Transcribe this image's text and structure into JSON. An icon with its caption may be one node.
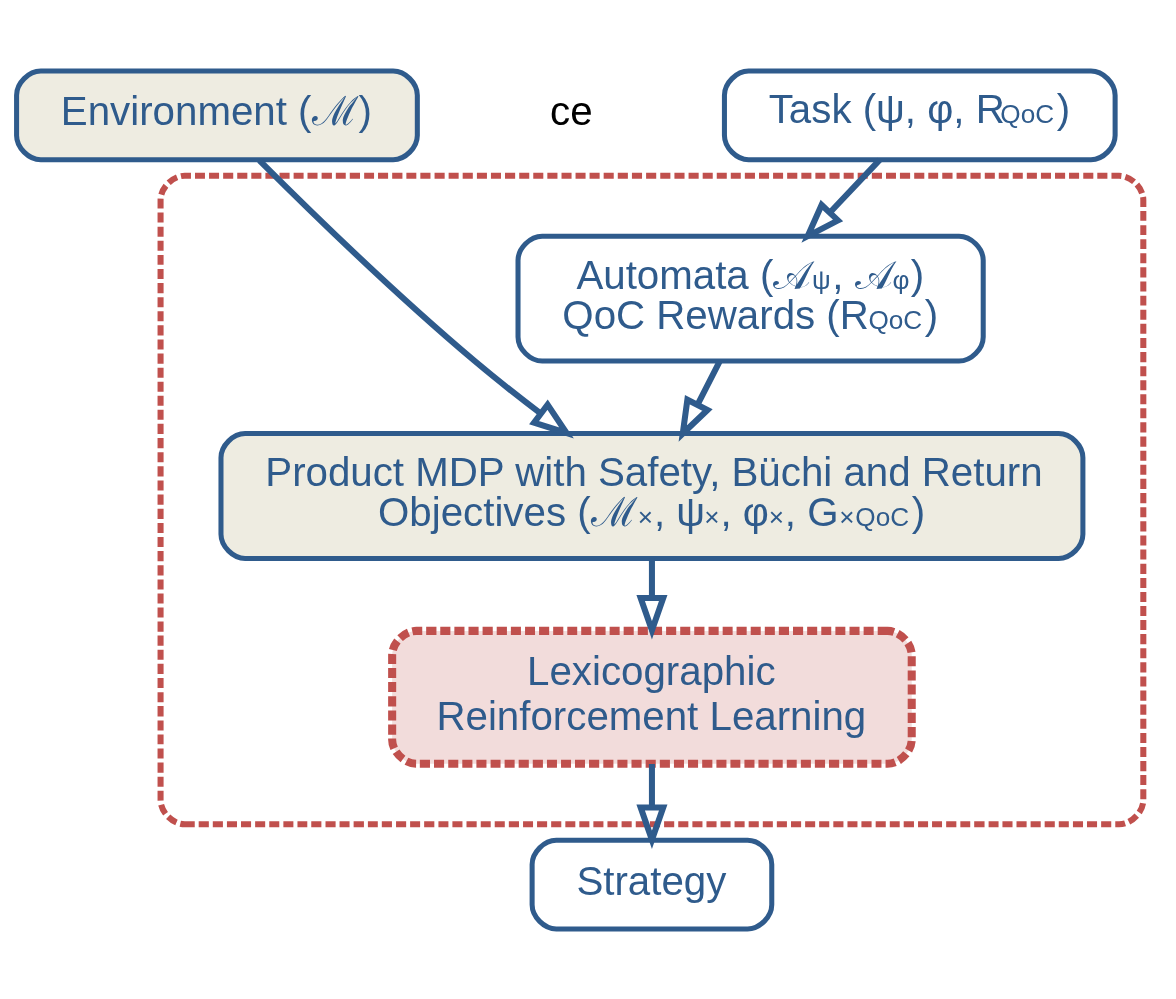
{
  "diagram": {
    "nodes": [
      {
        "text": [
          "Task (ψ, φ, R$_{QoC}$)"
        ]
      },
      {
        "text": [
          "Environment (ℳ)"
        ]
      },
      {
        "text": [],
        "shape": "box"
      },
      {
        "text": [
          "Automata (𝒜$_{ψ}$, 𝒜$_{φ}$)",
          "QoC Rewards (R$_{QoC}$)"
        ],
        "in": 2
      },
      {
        "text": [
          "Product MDP with Safety, Büchi and Return Objectives (ℳ$^{×}$, ψ$^{×}$, φ$^{×}$, G$^{×}$$_{QoC}$)"
        ],
        "in": 2
      },
      {
        "text": [
          "Lexicographic Reinforcement Learning"
        ],
        "in": 2
      },
      {
        "text": [
          "Strategy"
        ]
      }
    ],
    "edges": [
      {
        "from": 0,
        "to": 3,
        "arrow": "to"
      },
      {
        "from": 1,
        "to": 4,
        "arrow": "to"
      },
      {
        "from": 3,
        "to": 4,
        "arrow": "to"
      },
      {
        "from": 4,
        "to": 5,
        "arrow": "to"
      },
      {
        "from": 5,
        "to": 6,
        "arrow": "to"
      }
    ],
    "labels": [
      "ce"
    ]
  }
}
